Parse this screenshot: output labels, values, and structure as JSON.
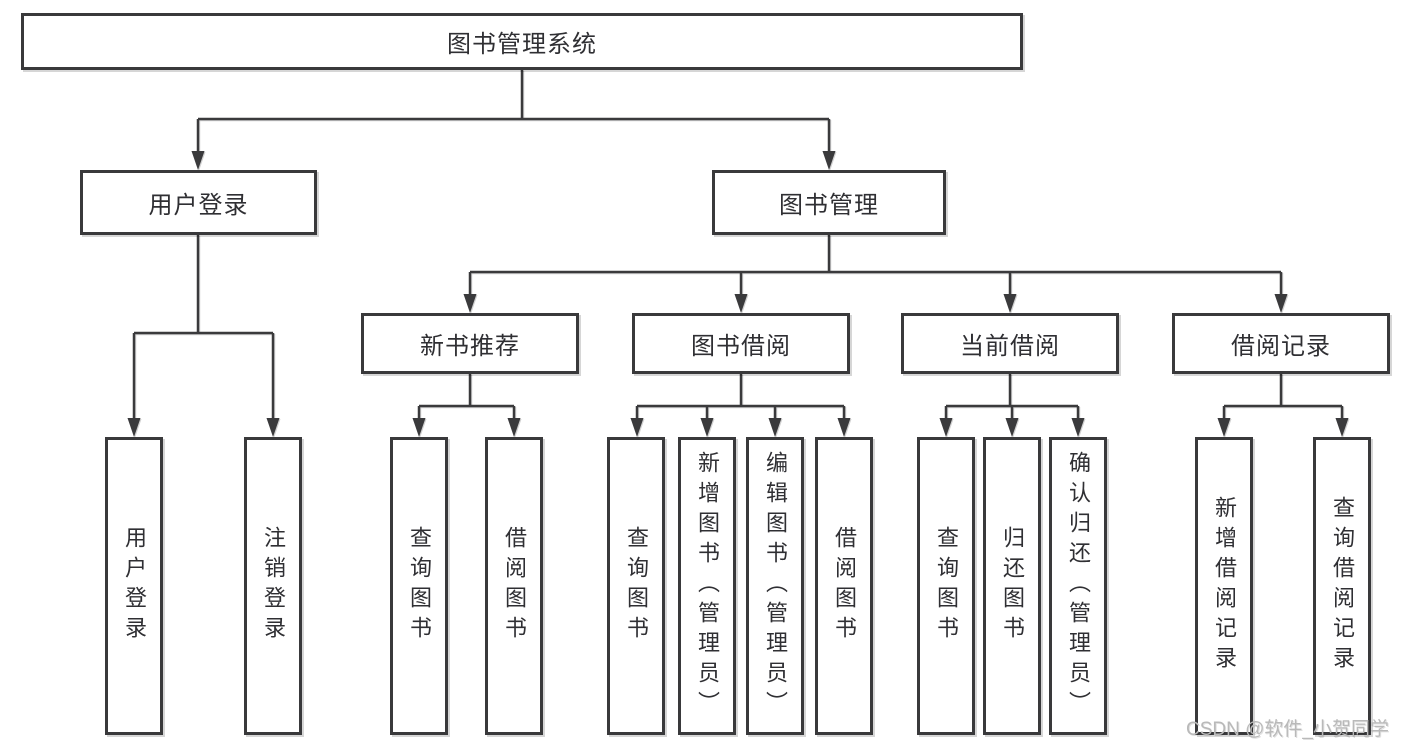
{
  "diagram": {
    "root": {
      "label": "图书管理系统"
    },
    "level2": [
      {
        "label": "用户登录"
      },
      {
        "label": "图书管理"
      }
    ],
    "level3": [
      {
        "label": "新书推荐"
      },
      {
        "label": "图书借阅"
      },
      {
        "label": "当前借阅"
      },
      {
        "label": "借阅记录"
      }
    ],
    "leaves": {
      "login": [
        "用户登录",
        "注销登录"
      ],
      "recommend": [
        "查询图书",
        "借阅图书"
      ],
      "borrow": [
        "查询图书",
        "新增图书（管理员）",
        "编辑图书（管理员）",
        "借阅图书"
      ],
      "current": [
        "查询图书",
        "归还图书",
        "确认归还（管理员）"
      ],
      "records": [
        "新增借阅记录",
        "查询借阅记录"
      ]
    }
  },
  "watermark": "CSDN @软件_小贺同学",
  "colors": {
    "line": "#3a3a3c",
    "border": "#39393b",
    "text": "#2f2f33",
    "watermark": "#b9b9b9",
    "background": "#ffffff"
  }
}
